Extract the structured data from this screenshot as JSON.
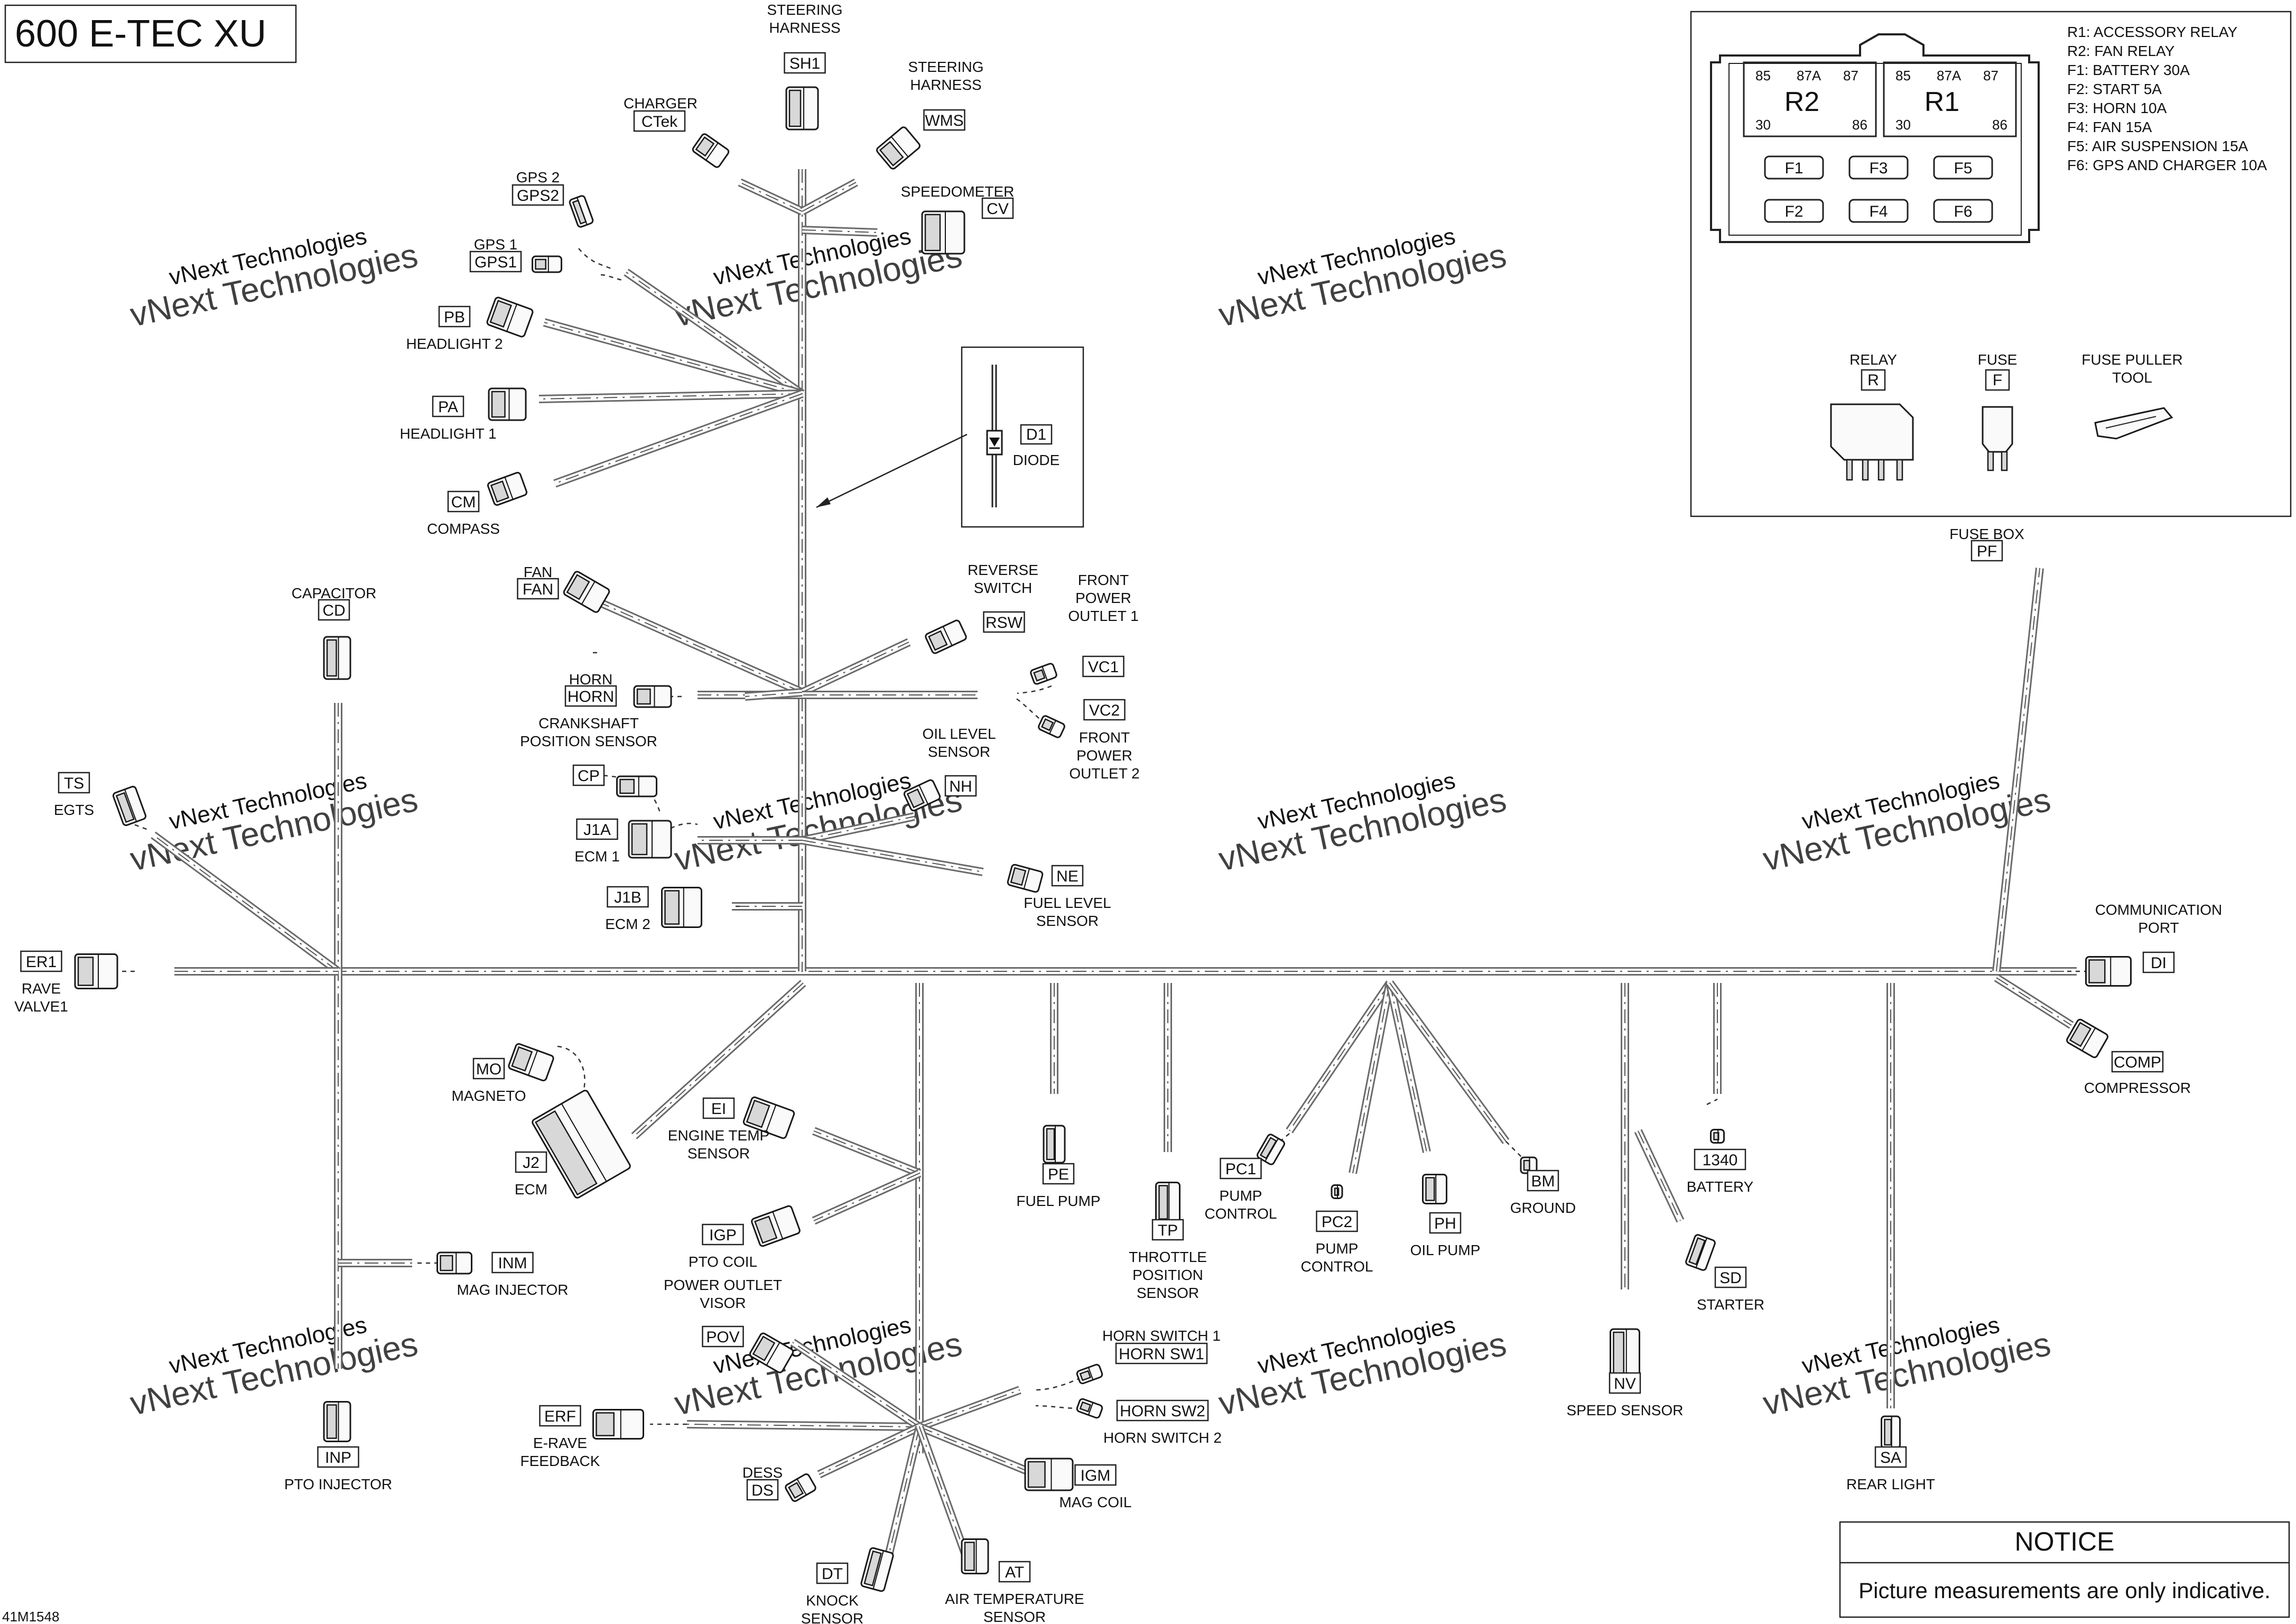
{
  "title": "600 E-TEC XU",
  "part_number": "41M1548",
  "notice": {
    "heading": "NOTICE",
    "text": "Picture measurements are only indicative."
  },
  "watermark": "vNext Technologies",
  "fuse_box": {
    "legend": [
      "R1: ACCESSORY RELAY",
      "R2: FAN RELAY",
      "F1: BATTERY 30A",
      "F2: START 5A",
      "F3: HORN 10A",
      "F4: FAN 15A",
      "F5: AIR SUSPENSION 15A",
      "F6: GPS AND CHARGER 10A"
    ],
    "relay_pins": [
      "85",
      "87A",
      "87",
      "30",
      "86"
    ],
    "relays": [
      "R2",
      "R1"
    ],
    "fuses": [
      "F1",
      "F3",
      "F5",
      "F2",
      "F4",
      "F6"
    ],
    "accessories": [
      {
        "name": "RELAY",
        "code": "R"
      },
      {
        "name": "FUSE",
        "code": "F"
      },
      {
        "name": "FUSE PULLER\nTOOL",
        "code": ""
      }
    ]
  },
  "diode": {
    "code": "D1",
    "name": "DIODE"
  },
  "connectors": [
    {
      "code": "SH1",
      "name": "STEERING\nHARNESS"
    },
    {
      "code": "WMS",
      "name": "STEERING\nHARNESS"
    },
    {
      "code": "CTek",
      "name": "CHARGER"
    },
    {
      "code": "CV",
      "name": "SPEEDOMETER"
    },
    {
      "code": "GPS2",
      "name": "GPS 2"
    },
    {
      "code": "GPS1",
      "name": "GPS 1"
    },
    {
      "code": "PB",
      "name": "HEADLIGHT 2"
    },
    {
      "code": "PA",
      "name": "HEADLIGHT 1"
    },
    {
      "code": "CM",
      "name": "COMPASS"
    },
    {
      "code": "FAN",
      "name": "FAN"
    },
    {
      "code": "RSW",
      "name": "REVERSE\nSWITCH"
    },
    {
      "code": "VC1",
      "name": "FRONT\nPOWER\nOUTLET 1"
    },
    {
      "code": "VC2",
      "name": "FRONT\nPOWER\nOUTLET 2"
    },
    {
      "code": "HORN",
      "name": "HORN"
    },
    {
      "code": "CP",
      "name": "CRANKSHAFT\nPOSITION SENSOR"
    },
    {
      "code": "NH",
      "name": "OIL LEVEL\nSENSOR"
    },
    {
      "code": "J1A",
      "name": "ECM 1"
    },
    {
      "code": "NE",
      "name": "FUEL LEVEL\nSENSOR"
    },
    {
      "code": "J1B",
      "name": "ECM 2"
    },
    {
      "code": "CD",
      "name": "CAPACITOR"
    },
    {
      "code": "TS",
      "name": "EGTS"
    },
    {
      "code": "ER1",
      "name": "RAVE\nVALVE1"
    },
    {
      "code": "PF",
      "name": "FUSE BOX"
    },
    {
      "code": "DI",
      "name": "COMMUNICATION\nPORT"
    },
    {
      "code": "COMP",
      "name": "COMPRESSOR"
    },
    {
      "code": "MO",
      "name": "MAGNETO"
    },
    {
      "code": "J2",
      "name": "ECM"
    },
    {
      "code": "EI",
      "name": "ENGINE TEMP\nSENSOR"
    },
    {
      "code": "IGP",
      "name": "PTO COIL"
    },
    {
      "code": "INM",
      "name": "MAG INJECTOR"
    },
    {
      "code": "PE",
      "name": "FUEL PUMP"
    },
    {
      "code": "TP",
      "name": "THROTTLE\nPOSITION\nSENSOR"
    },
    {
      "code": "PC1",
      "name": "PUMP\nCONTROL"
    },
    {
      "code": "PC2",
      "name": "PUMP\nCONTROL"
    },
    {
      "code": "PH",
      "name": "OIL PUMP"
    },
    {
      "code": "BM",
      "name": "GROUND"
    },
    {
      "code": "1340",
      "name": "BATTERY"
    },
    {
      "code": "SD",
      "name": "STARTER"
    },
    {
      "code": "NV",
      "name": "SPEED SENSOR"
    },
    {
      "code": "SA",
      "name": "REAR LIGHT"
    },
    {
      "code": "POV",
      "name": "POWER OUTLET\nVISOR"
    },
    {
      "code": "HORN SW1",
      "name": "HORN SWITCH 1"
    },
    {
      "code": "HORN SW2",
      "name": "HORN SWITCH 2"
    },
    {
      "code": "ERF",
      "name": "E-RAVE\nFEEDBACK"
    },
    {
      "code": "IGM",
      "name": "MAG COIL"
    },
    {
      "code": "DS",
      "name": "DESS"
    },
    {
      "code": "DT",
      "name": "KNOCK\nSENSOR"
    },
    {
      "code": "AT",
      "name": "AIR TEMPERATURE\nSENSOR"
    },
    {
      "code": "INP",
      "name": "PTO INJECTOR"
    }
  ]
}
